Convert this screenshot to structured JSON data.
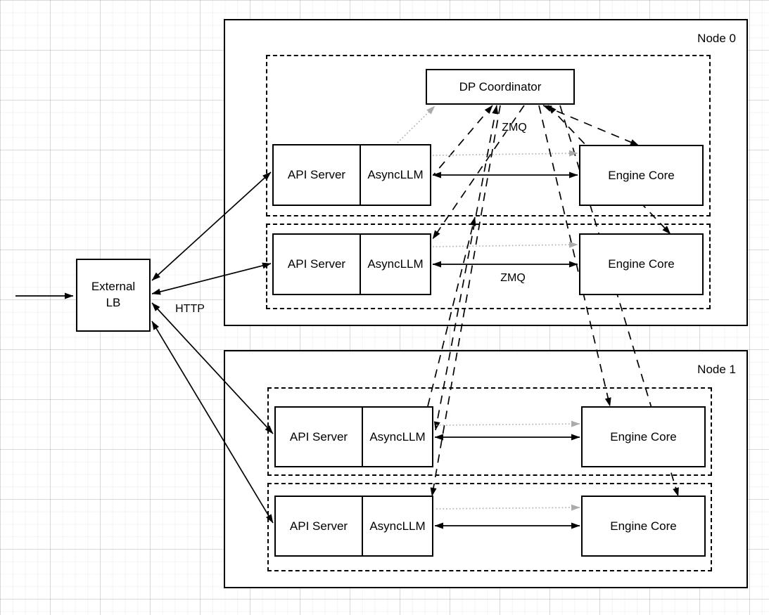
{
  "diagram": {
    "external_lb": {
      "line1": "External",
      "line2": "LB"
    },
    "arrow_labels": {
      "http": "HTTP",
      "zmq_coordinator": "ZMQ",
      "zmq_row2": "ZMQ"
    },
    "node0": {
      "title": "Node 0",
      "coordinator_label": "DP Coordinator",
      "rows": [
        {
          "api_server": "API Server",
          "async_llm": "AsyncLLM",
          "engine_core": "Engine Core"
        },
        {
          "api_server": "API Server",
          "async_llm": "AsyncLLM",
          "engine_core": "Engine Core"
        }
      ]
    },
    "node1": {
      "title": "Node 1",
      "rows": [
        {
          "api_server": "API Server",
          "async_llm": "AsyncLLM",
          "engine_core": "Engine Core"
        },
        {
          "api_server": "API Server",
          "async_llm": "AsyncLLM",
          "engine_core": "Engine Core"
        }
      ]
    }
  }
}
